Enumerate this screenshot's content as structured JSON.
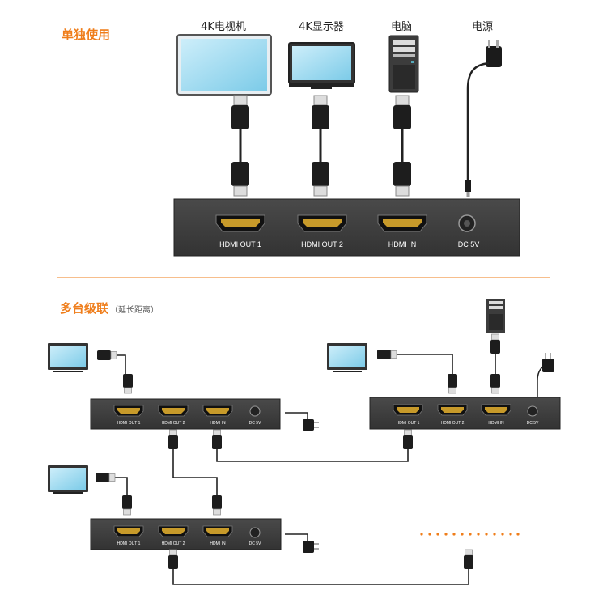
{
  "sections": {
    "single": {
      "title": "单独使用"
    },
    "cascade": {
      "title": "多台级联",
      "subtitle": "（延长距离）"
    }
  },
  "devices": {
    "tv": "4K电视机",
    "monitor": "4K显示器",
    "computer": "电脑",
    "power": "电源"
  },
  "ports": {
    "out1": "HDMI OUT 1",
    "out2": "HDMI OUT 2",
    "in": "HDMI IN",
    "dc": "DC 5V"
  },
  "colors": {
    "accent": "#ef7d1a",
    "panel": "#3a3a3a",
    "cable": "#222222",
    "screen": "#9fd9ef"
  }
}
